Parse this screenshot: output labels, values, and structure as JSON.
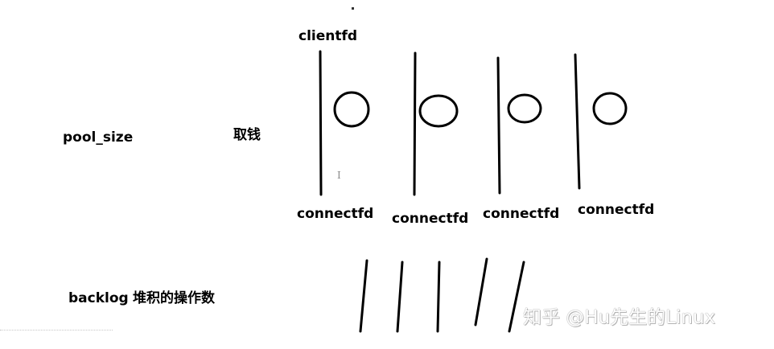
{
  "labels": {
    "clientfd": "clientfd",
    "pool_size": "pool_size",
    "withdraw": "取钱",
    "backlog": "backlog",
    "backlog_desc": "堆积的操作数",
    "connectfd": [
      "connectfd",
      "connectfd",
      "connectfd",
      "connectfd"
    ],
    "cursor": "I"
  },
  "watermark": "知乎 @Hu先生的Linux",
  "colors": {
    "ink": "#000000",
    "background": "#ffffff"
  },
  "diagram": {
    "connections_count": 4,
    "backlog_lines_count": 5
  }
}
